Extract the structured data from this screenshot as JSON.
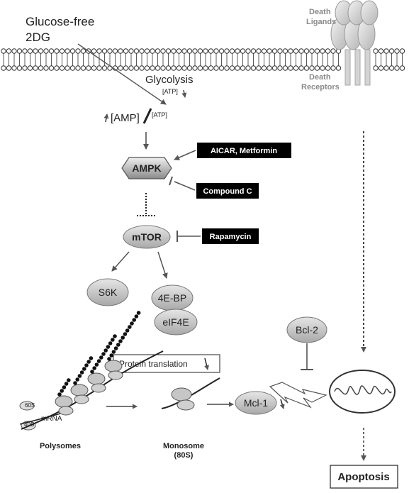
{
  "membrane": {
    "glucose_free": "Glucose-free",
    "two_dg": "2DG",
    "death_ligands_1": "Death",
    "death_ligands_2": "Ligands",
    "death_receptors_1": "Death",
    "death_receptors_2": "Receptors"
  },
  "metabolism": {
    "glycolysis": "Glycolysis",
    "atp_small": "[ATP]",
    "amp": "[AMP]",
    "atp_ratio": "[ATP]"
  },
  "nodes": {
    "ampk": "AMPK",
    "mtor": "mTOR",
    "s6k": "S6K",
    "fourebp": "4E-BP",
    "eif4e": "eIF4E",
    "bcl2": "Bcl-2",
    "mcl1": "Mcl-1"
  },
  "drugs": {
    "aicar": "AICAR, Metformin",
    "compound_c": "Compound C",
    "rapamycin": "Rapamycin"
  },
  "translation": {
    "protein_translation": "Protein translation",
    "s60": "60S",
    "s40": "40S",
    "mrna": "mRNA",
    "polysomes": "Polysomes",
    "monosome_1": "Monosome",
    "monosome_2": "(80S)"
  },
  "outcome": {
    "apoptosis": "Apoptosis"
  },
  "colors": {
    "arrow": "#555555",
    "drug_box": "#000000",
    "node_fill": "#c8c8c8",
    "receptor": "#b0b0b0"
  }
}
